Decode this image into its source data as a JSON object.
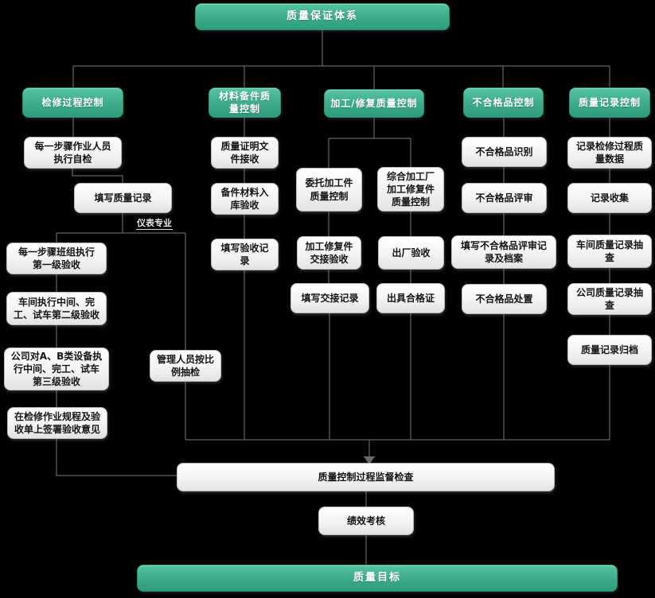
{
  "colors": {
    "accent_green": "#3cab89",
    "line_gray": "#7a7a7a",
    "node_bg": "#ffffff",
    "canvas_bg": "#000000"
  },
  "nodes": {
    "root": "质量保证体系",
    "h1": "检修过程控制",
    "h2": "材料备件质\n量控制",
    "h3": "加工/修复质量控制",
    "h4": "不合格品控制",
    "h5": "质量记录控制",
    "c1a": "每一步骤作业人员\n执行自检",
    "c1b": "填写质量记录",
    "inst": "仪表专业",
    "c1c": "每一步骤班组执行\n第一级验收",
    "c1d": "车间执行中间、完\n工、试车第二级验收",
    "c1e": "公司对A、B类设备执\n行中间、完工、试车\n第三级验收",
    "c1f": "在检修作业规程及验\n收单上签署验收意见",
    "c1g": "管理人员按比\n例抽检",
    "c2a": "质量证明文\n件接收",
    "c2b": "备件材料入\n库验收",
    "c2c": "填写验收记\n录",
    "c3a": "委托加工件\n质量控制",
    "c3b": "综合加工厂\n加工修复件\n质量控制",
    "c3c": "加工修复件\n交接验收",
    "c3d": "出厂验收",
    "c3e": "填写交接记录",
    "c3f": "出具合格证",
    "c4a": "不合格品识别",
    "c4b": "不合格品评审",
    "c4c": "填写不合格品评审记\n录及档案",
    "c4d": "不合格品处置",
    "c5a": "记录检修过程质\n量数据",
    "c5b": "记录收集",
    "c5c": "车间质量记录抽\n查",
    "c5d": "公司质量记录抽\n查",
    "c5e": "质量记录归档",
    "monitor": "质量控制过程监督检查",
    "perf": "绩效考核",
    "goal": "质量目标"
  }
}
